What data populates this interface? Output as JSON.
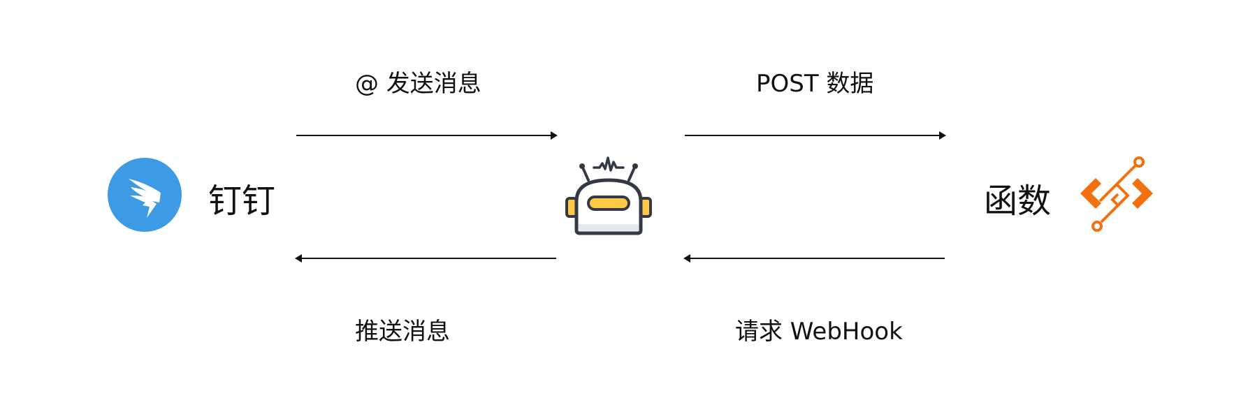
{
  "nodes": {
    "dingtalk": {
      "label": "钉钉",
      "icon": "dingtalk-logo-icon",
      "color": "#3d9be6"
    },
    "robot": {
      "icon": "robot-icon",
      "accent": "#fcc845",
      "outline": "#353845"
    },
    "function": {
      "label": "函数",
      "icon": "function-compute-logo-icon",
      "color": "#f2700f"
    }
  },
  "edges": {
    "dingtalk_to_robot": {
      "label": "@ 发送消息",
      "direction": "right"
    },
    "robot_to_function": {
      "label": "POST 数据",
      "direction": "right"
    },
    "robot_to_dingtalk": {
      "label": "推送消息",
      "direction": "left"
    },
    "function_to_robot": {
      "label": "请求 WebHook",
      "direction": "left"
    }
  }
}
